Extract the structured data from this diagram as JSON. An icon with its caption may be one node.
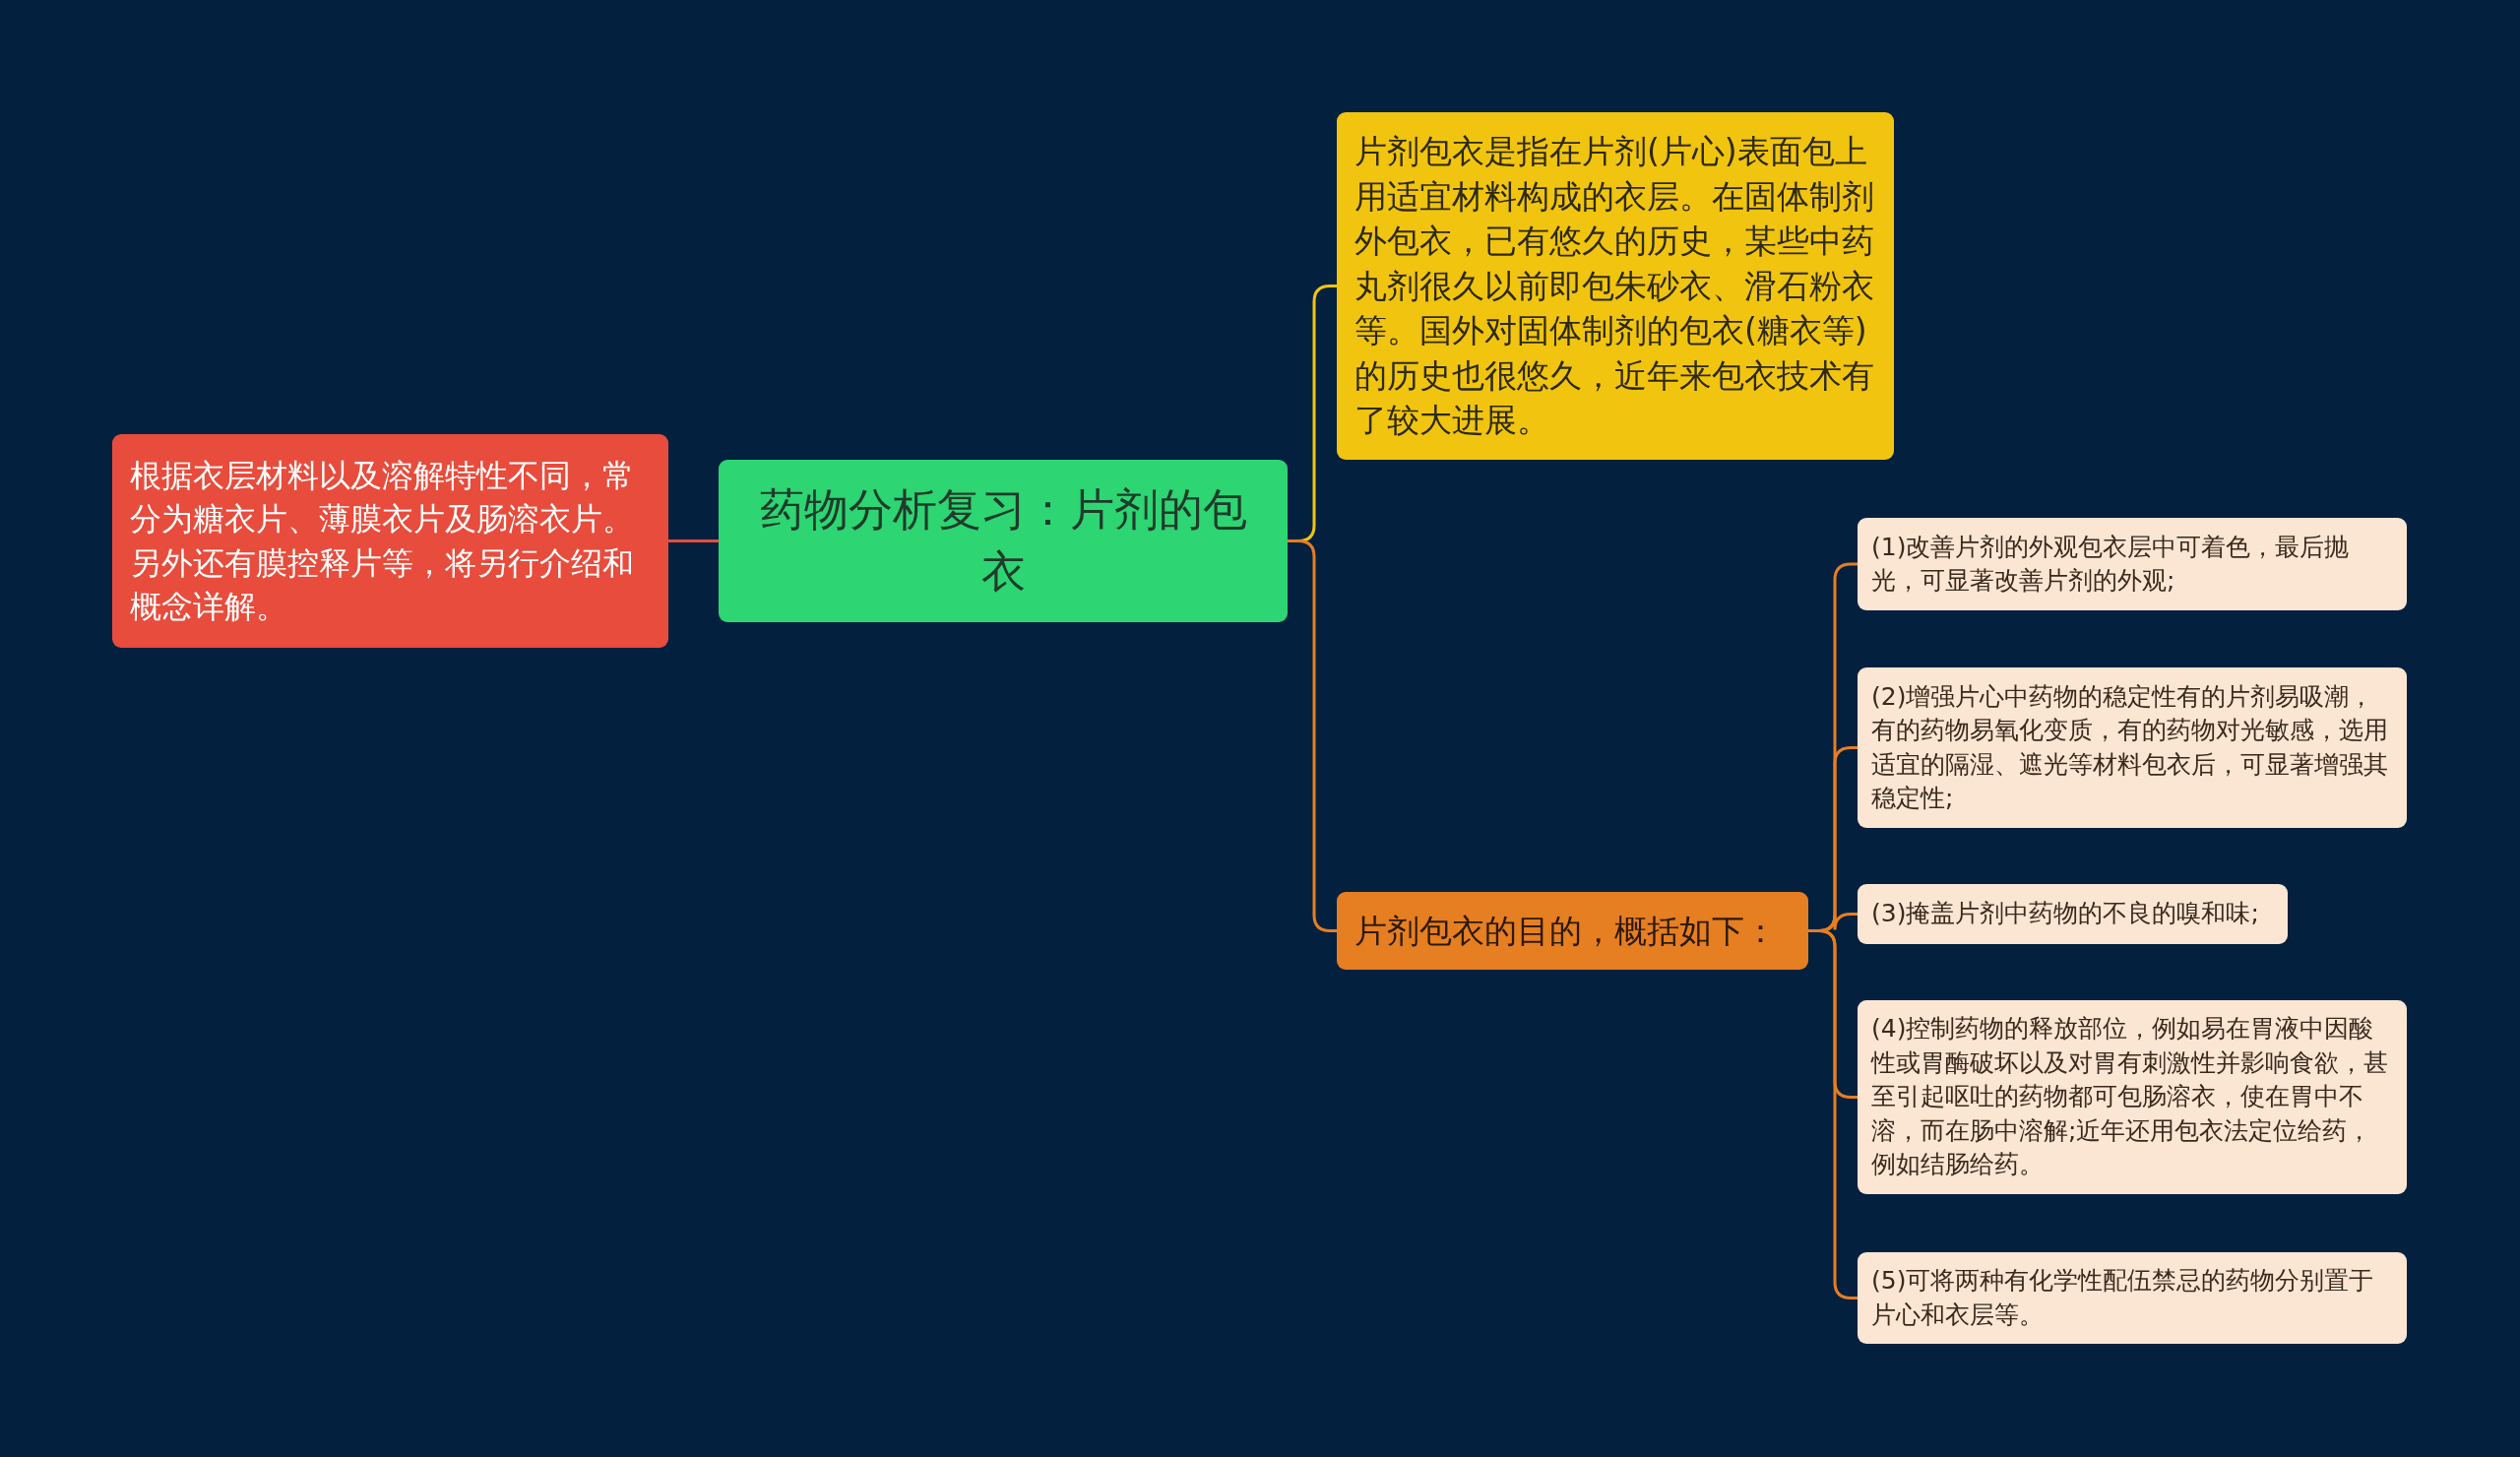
{
  "diagram": {
    "nodes": [
      {
        "text": [
          "药物分析复习：片剂的包衣"
        ]
      },
      {
        "text": [
          "根据衣层材料以及溶解特性不同，常分为糖衣片、薄膜衣片及肠溶衣片。另外还有膜控释片等，将另行介绍和概念详解。"
        ]
      },
      {
        "text": [
          "片剂包衣是指在片剂(片心)表面包上用适宜材料构成的衣层。在固体制剂外包衣，已有悠久的历史，某些中药丸剂很久以前即包朱砂衣、滑石粉衣等。国外对固体制剂的包衣(糖衣等)的历史也很悠久，近年来包衣技术有了较大进展。"
        ]
      },
      {
        "text": [
          "片剂包衣的目的，概括如下："
        ]
      },
      {
        "text": [
          "(1)改善片剂的外观包衣层中可着色，最后抛光，可显著改善片剂的外观;"
        ]
      },
      {
        "text": [
          "(2)增强片心中药物的稳定性有的片剂易吸潮，有的药物易氧化变质，有的药物对光敏感，选用适宜的隔湿、遮光等材料包衣后，可显著增强其稳定性;"
        ]
      },
      {
        "text": [
          "(3)掩盖片剂中药物的不良的嗅和味;"
        ]
      },
      {
        "text": [
          "(4)控制药物的释放部位，例如易在胃液中因酸性或胃酶破坏以及对胃有刺激性并影响食欲，甚至引起呕吐的药物都可包肠溶衣，使在胃中不溶，而在肠中溶解;近年还用包衣法定位给药，例如结肠给药。"
        ]
      },
      {
        "text": [
          "(5)可将两种有化学性配伍禁忌的药物分别置于片心和衣层等。"
        ]
      }
    ],
    "edges": [
      {
        "from": 0,
        "to": 1,
        "arrow": "none",
        "color": "#e74c3c"
      },
      {
        "from": 0,
        "to": 2,
        "arrow": "none",
        "color": "#f1c40f"
      },
      {
        "from": 0,
        "to": 3,
        "arrow": "none"
      },
      {
        "from": 3,
        "to": 4,
        "arrow": "none"
      },
      {
        "from": 3,
        "to": 5,
        "arrow": "none"
      },
      {
        "from": 3,
        "to": 6,
        "arrow": "none"
      },
      {
        "from": 3,
        "to": 7,
        "arrow": "none"
      },
      {
        "from": 3,
        "to": 8,
        "arrow": "none"
      }
    ]
  }
}
